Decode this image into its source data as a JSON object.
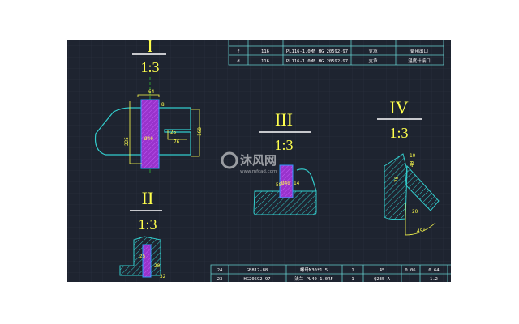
{
  "colors": {
    "background": "#1e2430",
    "grid": "#2c3340",
    "annotation": "#ffff4d",
    "outline": "#33cccc",
    "part_fill": "#9933cc",
    "table_line": "#66cccc",
    "text": "#ffffff"
  },
  "views": [
    {
      "id": "I",
      "label": "I",
      "scale": "1:3",
      "dims": [
        "64",
        "8",
        "25",
        "76",
        "168",
        "225",
        "Ø40"
      ]
    },
    {
      "id": "II",
      "label": "II",
      "scale": "1:3",
      "dims": [
        "25",
        "20",
        "32"
      ]
    },
    {
      "id": "III",
      "label": "III",
      "scale": "1:3",
      "dims": [
        "58",
        "14",
        "Ø40"
      ]
    },
    {
      "id": "IV",
      "label": "IV",
      "scale": "1:3",
      "dims": [
        "10",
        "40",
        "70",
        "20",
        "45°"
      ]
    }
  ],
  "top_table": {
    "rows": [
      [
        "",
        "",
        "",
        "",
        ""
      ],
      [
        "f",
        "116",
        "PL116-1.0MF HG 20592-97",
        "支承",
        "备用出口"
      ],
      [
        "d",
        "116",
        "PL116-1.0MF HG 20592-97",
        "支承",
        "温度计接口"
      ]
    ]
  },
  "bottom_table": {
    "rows": [
      [
        "24",
        "GB812-88",
        "螺母M30*1.5",
        "1",
        "45",
        "0.06",
        "0.64"
      ],
      [
        "23",
        "HG20592-97",
        "法兰 PL40-1.0RF",
        "1",
        "Q235-A",
        "",
        "1.2"
      ]
    ]
  },
  "watermark": {
    "brand": "沐风网",
    "url": "www.mfcad.com"
  }
}
